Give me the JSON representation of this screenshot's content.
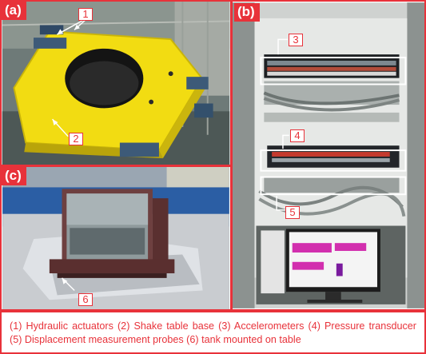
{
  "panels": {
    "a": {
      "letter": "(a)"
    },
    "b": {
      "letter": "(b)"
    },
    "c": {
      "letter": "(c)"
    }
  },
  "callouts": [
    "1",
    "2",
    "3",
    "4",
    "5",
    "6"
  ],
  "caption": "(1) Hydraulic actuators (2) Shake table base (3) Accelerometers (4) Pressure transducer (5) Displacement measurement probes (6) tank mounted on table",
  "colors": {
    "accent": "#e8323a",
    "table": "#f2dc12"
  }
}
